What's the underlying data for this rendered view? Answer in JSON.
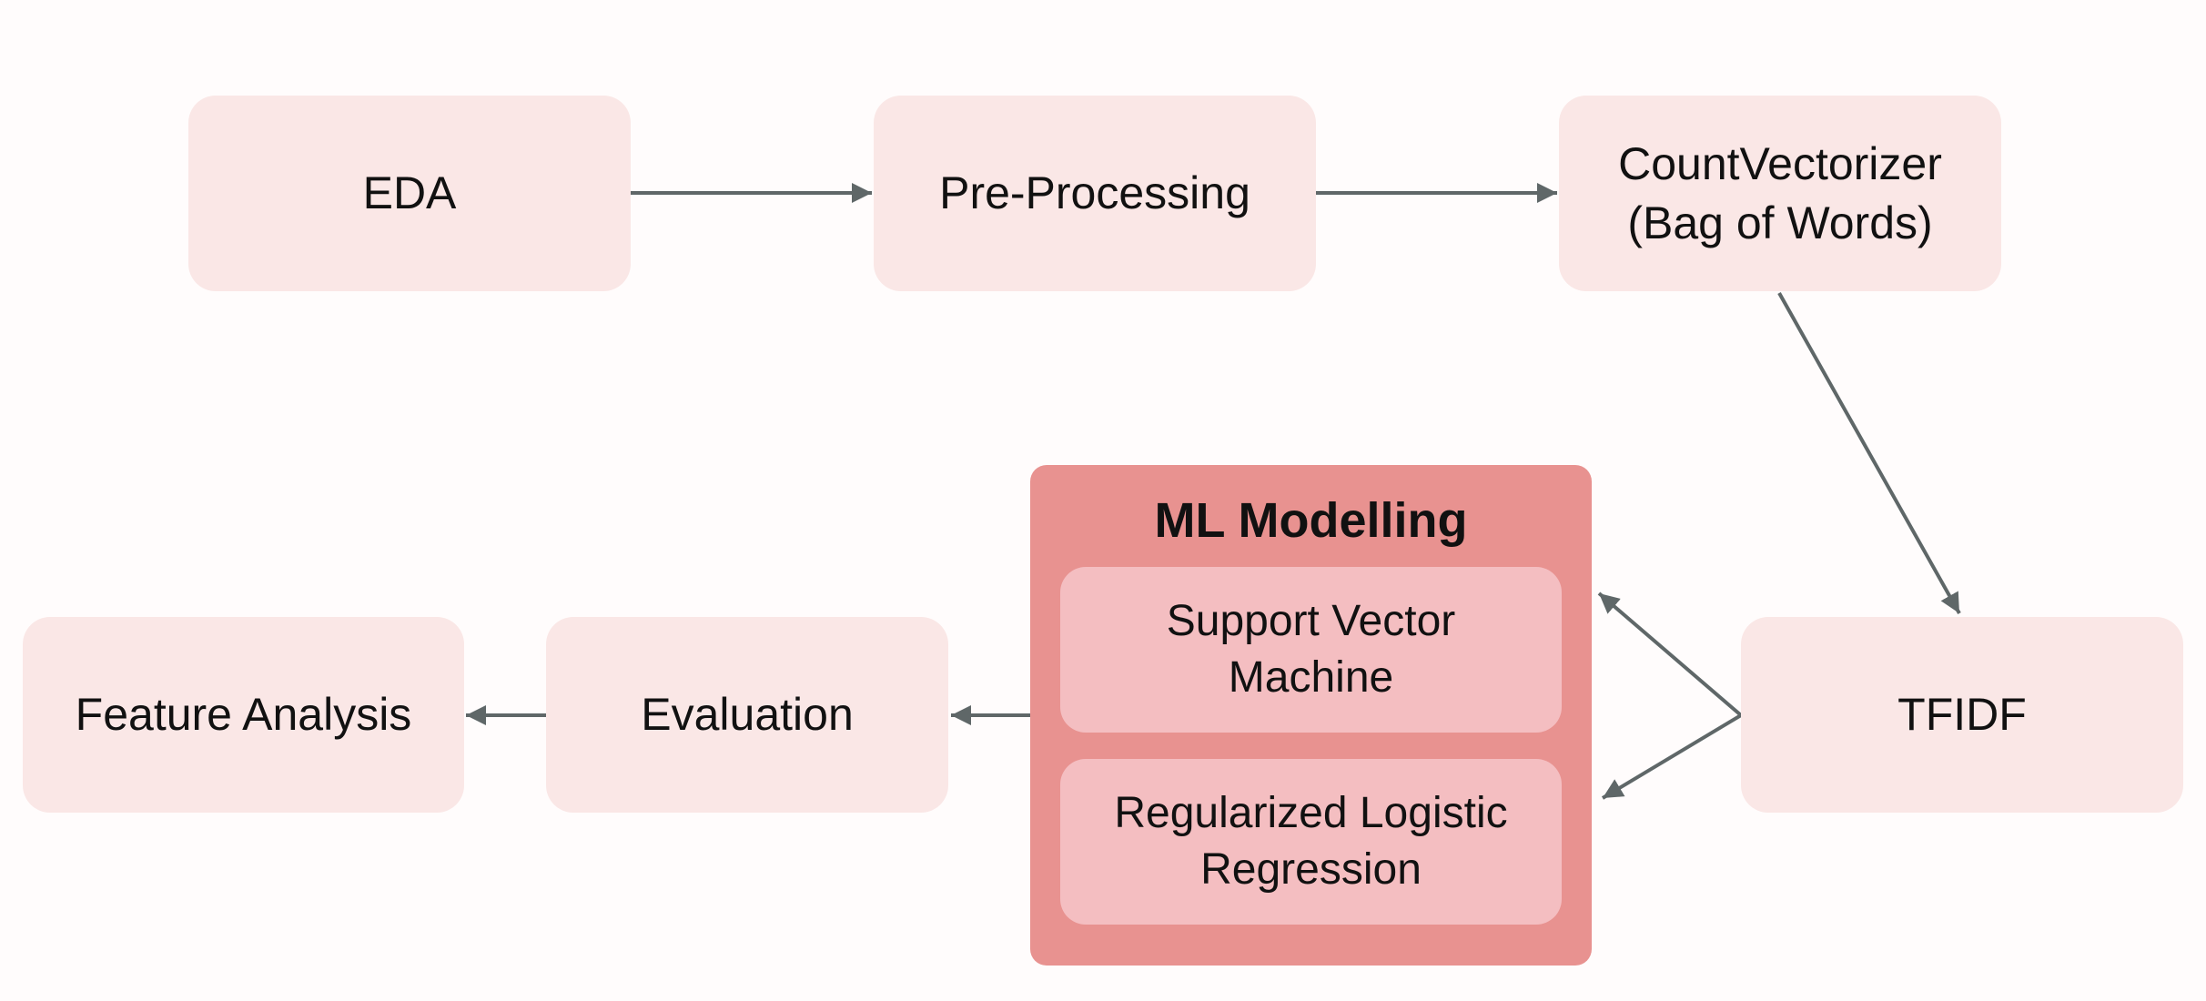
{
  "nodes": {
    "eda": "EDA",
    "preprocessing": "Pre-Processing",
    "countvectorizer": "CountVectorizer\n(Bag of Words)",
    "tfidf": "TFIDF",
    "evaluation": "Evaluation",
    "feature_analysis": "Feature Analysis"
  },
  "ml_group": {
    "title": "ML Modelling",
    "models": [
      "Support Vector\nMachine",
      "Regularized Logistic\nRegression"
    ]
  },
  "colors": {
    "node_fill": "#fae7e6",
    "group_fill": "#e89290",
    "subnode_fill": "#f4bec1",
    "arrow": "#5f6768"
  }
}
